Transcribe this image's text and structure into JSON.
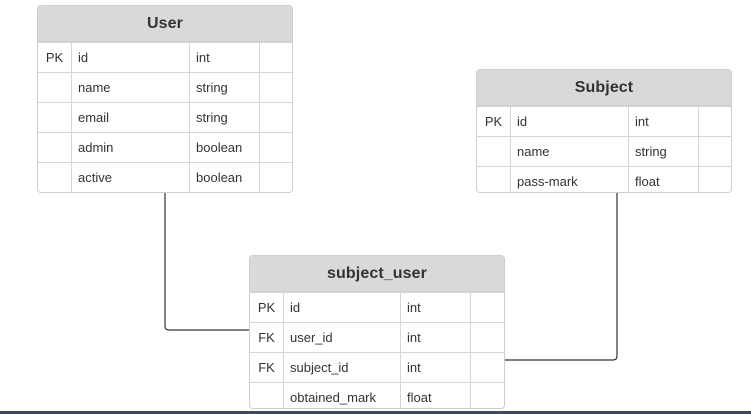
{
  "tables": [
    {
      "name": "User",
      "rows": [
        {
          "key": "PK",
          "field": "id",
          "type": "int"
        },
        {
          "key": "",
          "field": "name",
          "type": "string"
        },
        {
          "key": "",
          "field": "email",
          "type": "string"
        },
        {
          "key": "",
          "field": "admin",
          "type": "boolean"
        },
        {
          "key": "",
          "field": "active",
          "type": "boolean"
        }
      ]
    },
    {
      "name": "Subject",
      "rows": [
        {
          "key": "PK",
          "field": "id",
          "type": "int"
        },
        {
          "key": "",
          "field": "name",
          "type": "string"
        },
        {
          "key": "",
          "field": "pass-mark",
          "type": "float"
        }
      ]
    },
    {
      "name": "subject_user",
      "rows": [
        {
          "key": "PK",
          "field": "id",
          "type": "int"
        },
        {
          "key": "FK",
          "field": "user_id",
          "type": "int"
        },
        {
          "key": "FK",
          "field": "subject_id",
          "type": "int"
        },
        {
          "key": "",
          "field": "obtained_mark",
          "type": "float"
        }
      ]
    }
  ],
  "relationships": [
    {
      "from": "User",
      "to": "subject_user.user_id"
    },
    {
      "from": "Subject",
      "to": "subject_user.subject_id"
    }
  ],
  "colors": {
    "header_bg": "#d9d9d9",
    "border": "#cfcfcf",
    "connector": "#333333"
  }
}
